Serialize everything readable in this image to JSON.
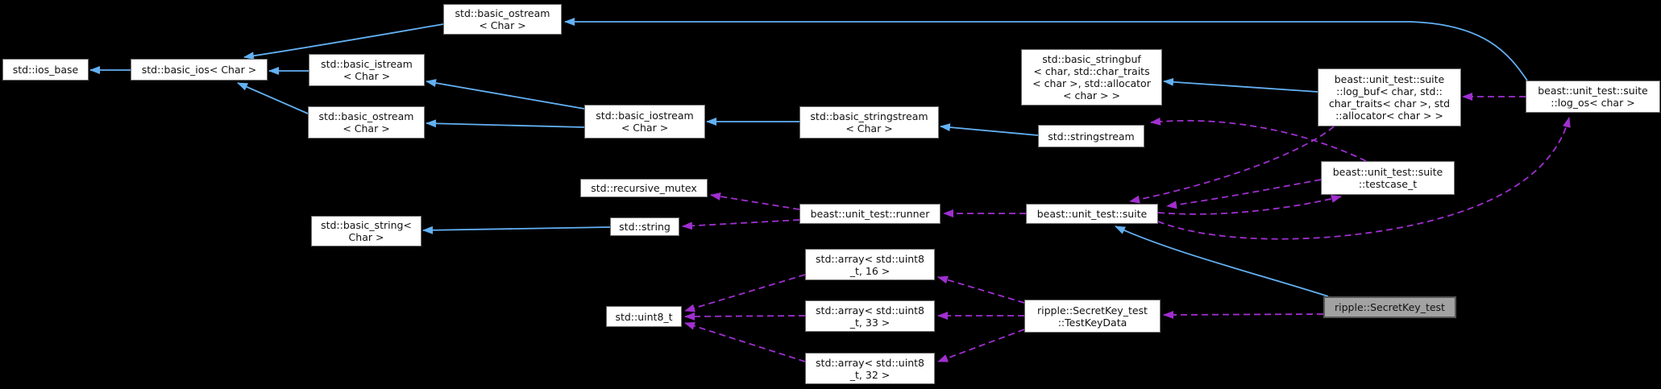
{
  "diagram": {
    "type": "doxygen-collaboration-graph",
    "subject": "ripple::SecretKey_test",
    "colors": {
      "background": "#000000",
      "inheritance_edge": "#63b1f4",
      "usage_edge": "#a02fd0",
      "node_fill": "#ffffff",
      "node_border": "#6e6e6e",
      "highlight_fill": "#a2a2a2",
      "text": "#111111"
    },
    "nodes": [
      {
        "id": "ios_base",
        "label": "std::ios_base"
      },
      {
        "id": "basic_ios",
        "label": "std::basic_ios< Char >"
      },
      {
        "id": "basic_ostream_top",
        "label": "std::basic_ostream\n< Char >"
      },
      {
        "id": "basic_istream",
        "label": "std::basic_istream\n< Char >"
      },
      {
        "id": "basic_ostream",
        "label": "std::basic_ostream\n< Char >"
      },
      {
        "id": "basic_iostream",
        "label": "std::basic_iostream\n< Char >"
      },
      {
        "id": "basic_stringstream",
        "label": "std::basic_stringstream\n< Char >"
      },
      {
        "id": "basic_stringbuf",
        "label": "std::basic_stringbuf\n< char, std::char_traits\n< char >, std::allocator\n< char > >"
      },
      {
        "id": "stringstream",
        "label": "std::stringstream"
      },
      {
        "id": "log_buf",
        "label": "beast::unit_test::suite\n::log_buf< char, std::\nchar_traits< char >, std\n::allocator< char > >"
      },
      {
        "id": "log_os",
        "label": "beast::unit_test::suite\n::log_os< char >"
      },
      {
        "id": "testcase_t",
        "label": "beast::unit_test::suite\n::testcase_t"
      },
      {
        "id": "recursive_mutex",
        "label": "std::recursive_mutex"
      },
      {
        "id": "runner",
        "label": "beast::unit_test::runner"
      },
      {
        "id": "suite",
        "label": "beast::unit_test::suite"
      },
      {
        "id": "basic_string",
        "label": "std::basic_string<\nChar >"
      },
      {
        "id": "string",
        "label": "std::string"
      },
      {
        "id": "array16",
        "label": "std::array< std::uint8\n_t, 16 >"
      },
      {
        "id": "uint8_t",
        "label": "std::uint8_t"
      },
      {
        "id": "array33",
        "label": "std::array< std::uint8\n_t, 33 >"
      },
      {
        "id": "array32",
        "label": "std::array< std::uint8\n_t, 32 >"
      },
      {
        "id": "TestKeyData",
        "label": "ripple::SecretKey_test\n::TestKeyData"
      },
      {
        "id": "SecretKey_test",
        "label": "ripple::SecretKey_test"
      }
    ],
    "edges": [
      {
        "from": "basic_ios",
        "to": "ios_base",
        "type": "inheritance"
      },
      {
        "from": "basic_ostream_top",
        "to": "basic_ios",
        "type": "inheritance"
      },
      {
        "from": "basic_istream",
        "to": "basic_ios",
        "type": "inheritance"
      },
      {
        "from": "basic_ostream",
        "to": "basic_ios",
        "type": "inheritance"
      },
      {
        "from": "basic_iostream",
        "to": "basic_istream",
        "type": "inheritance"
      },
      {
        "from": "basic_iostream",
        "to": "basic_ostream",
        "type": "inheritance"
      },
      {
        "from": "basic_stringstream",
        "to": "basic_iostream",
        "type": "inheritance"
      },
      {
        "from": "stringstream",
        "to": "basic_stringstream",
        "type": "inheritance"
      },
      {
        "from": "log_buf",
        "to": "basic_stringbuf",
        "type": "inheritance"
      },
      {
        "from": "log_os",
        "to": "basic_ostream_top",
        "type": "inheritance"
      },
      {
        "from": "string",
        "to": "basic_string",
        "type": "inheritance"
      },
      {
        "from": "SecretKey_test",
        "to": "suite",
        "type": "inheritance"
      },
      {
        "from": "log_os",
        "to": "log_buf",
        "type": "usage"
      },
      {
        "from": "suite",
        "to": "log_os",
        "type": "usage"
      },
      {
        "from": "log_buf",
        "to": "suite",
        "type": "usage"
      },
      {
        "from": "testcase_t",
        "to": "suite",
        "type": "usage"
      },
      {
        "from": "suite",
        "to": "testcase_t",
        "type": "usage"
      },
      {
        "from": "testcase_t",
        "to": "stringstream",
        "type": "usage"
      },
      {
        "from": "suite",
        "to": "runner",
        "type": "usage"
      },
      {
        "from": "runner",
        "to": "recursive_mutex",
        "type": "usage"
      },
      {
        "from": "runner",
        "to": "string",
        "type": "usage"
      },
      {
        "from": "SecretKey_test",
        "to": "TestKeyData",
        "type": "usage"
      },
      {
        "from": "TestKeyData",
        "to": "array16",
        "type": "usage"
      },
      {
        "from": "TestKeyData",
        "to": "array33",
        "type": "usage"
      },
      {
        "from": "TestKeyData",
        "to": "array32",
        "type": "usage"
      },
      {
        "from": "array16",
        "to": "uint8_t",
        "type": "usage"
      },
      {
        "from": "array33",
        "to": "uint8_t",
        "type": "usage"
      },
      {
        "from": "array32",
        "to": "uint8_t",
        "type": "usage"
      }
    ]
  }
}
